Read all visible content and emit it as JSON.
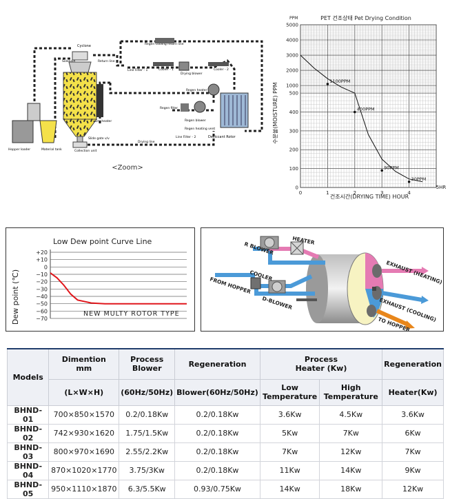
{
  "diagram": {
    "zoom_label": "<Zoom>",
    "labels": {
      "cyclone": "Cyclone",
      "return_line": "Return line",
      "regen_cooling_return_line": "Regen cooling return line",
      "cooler1": "Cooler - 1",
      "cooler2": "Cooler - 2",
      "line_filter1": "Line Filter - 1",
      "line_filter2": "Line Filter - 2",
      "drying_blower": "Drying blower",
      "regen_heater": "Regen heater",
      "regen_filter": "Regen filter",
      "regen_blower": "Regen blower",
      "regen_heating_vent": "Regen heating vent",
      "dry_heater": "Dry heater",
      "desiccant_rotor": "Desiccant Rotor",
      "drying_line": "Drying line",
      "slide_gate": "Slide gate v/v",
      "collection_unit": "Collection unit",
      "hopper_loader": "Hopper loader",
      "material_tank": "Material tank",
      "solenoid": "Solenoid"
    }
  },
  "chart_data": [
    {
      "type": "line",
      "title": "PET 건조상태   Pet Drying Condition",
      "ylabel": "수분율(MOISTURE) PPM",
      "xlabel": "건조시간(DRYING TIME) HOUR",
      "y_unit_label": "PPM",
      "x_end_label": "5HR",
      "xlim": [
        0,
        5
      ],
      "ylim": [
        0,
        5000
      ],
      "x_ticks": [
        "0",
        "1",
        "2",
        "3",
        "4"
      ],
      "y_ticks": [
        "0",
        "100",
        "200",
        "300",
        "400",
        "500",
        "1000",
        "2000",
        "3000",
        "4000",
        "5000"
      ],
      "grid": true,
      "series": [
        {
          "x": [
            0,
            0.5,
            1,
            1.5,
            2,
            2.5,
            3,
            3.5,
            4,
            4.5
          ],
          "y": [
            3000,
            2150,
            1450,
            900,
            500,
            280,
            150,
            85,
            45,
            30
          ]
        }
      ],
      "annotations": [
        {
          "x": 1,
          "y": 1100,
          "text": "1100PPM"
        },
        {
          "x": 2,
          "y": 400,
          "text": "400PPM"
        },
        {
          "x": 3,
          "y": 90,
          "text": "90PPM"
        },
        {
          "x": 4,
          "y": 30,
          "text": "30PPM"
        }
      ]
    },
    {
      "type": "line",
      "title": "Low Dew point Curve Line",
      "ylabel": "Dew point (℃)",
      "ylim": [
        -70,
        20
      ],
      "y_ticks": [
        "+20",
        "+10",
        "0",
        "−10",
        "−20",
        "−30",
        "−40",
        "−50",
        "−60",
        "−70"
      ],
      "grid": true,
      "annotations": [
        {
          "text": "NEW MULTY ROTOR TYPE"
        }
      ],
      "series": [
        {
          "x": [
            0,
            0.5,
            1,
            1.5,
            2,
            3,
            4,
            6,
            10
          ],
          "y": [
            -8,
            -15,
            -25,
            -37,
            -45,
            -49,
            -50,
            -50,
            -50
          ]
        }
      ]
    }
  ],
  "rotor": {
    "labels": {
      "r_blower": "R BLOWER",
      "heater": "HEATER",
      "cooler": "COOLER",
      "from_hopper": "FROM HOPPER",
      "d_blower": "D-BLOWER",
      "exhaust_heating": "EXHAUST (HEATING)",
      "exhaust_cooling": "EXHAUST (COOLING)",
      "to_hopper": "TO HOPPER"
    }
  },
  "table": {
    "headers": {
      "models": "Models",
      "dimension_line1": "Dimention",
      "dimension_line2": "mm",
      "dimension_sub": "(L×W×H)",
      "process_blower_line1": "Process",
      "process_blower_line2": "Blower",
      "process_blower_sub": "(60Hz/50Hz)",
      "regeneration": "Regeneration",
      "regeneration_sub": "Blower(60Hz/50Hz)",
      "process_heater_line1": "Process",
      "process_heater_line2": "Heater (Kw)",
      "low_temp_line1": "Low",
      "low_temp_line2": "Temperature",
      "high_temp_line1": "High",
      "high_temp_line2": "Temperature",
      "regen_heater": "Regeneration",
      "regen_heater_sub": "Heater(Kw)"
    },
    "rows": [
      {
        "model": "BHND-01",
        "dim": "700×850×1570",
        "pblower": "0.2/0.18Kw",
        "rblower": "0.2/0.18Kw",
        "low": "3.6Kw",
        "high": "4.5Kw",
        "rheater": "3.6Kw"
      },
      {
        "model": "BHND-02",
        "dim": "742×930×1620",
        "pblower": "1.75/1.5Kw",
        "rblower": "0.2/0.18Kw",
        "low": "5Kw",
        "high": "7Kw",
        "rheater": "6Kw"
      },
      {
        "model": "BHND-03",
        "dim": "800×970×1690",
        "pblower": "2.55/2.2Kw",
        "rblower": "0.2/0.18Kw",
        "low": "7Kw",
        "high": "12Kw",
        "rheater": "7Kw"
      },
      {
        "model": "BHND-04",
        "dim": "870×1020×1770",
        "pblower": "3.75/3Kw",
        "rblower": "0.2/0.18Kw",
        "low": "11Kw",
        "high": "14Kw",
        "rheater": "9Kw"
      },
      {
        "model": "BHND-05",
        "dim": "950×1110×1870",
        "pblower": "6.3/5.5Kw",
        "rblower": "0.93/0.75Kw",
        "low": "14Kw",
        "high": "18Kw",
        "rheater": "12Kw"
      }
    ]
  }
}
